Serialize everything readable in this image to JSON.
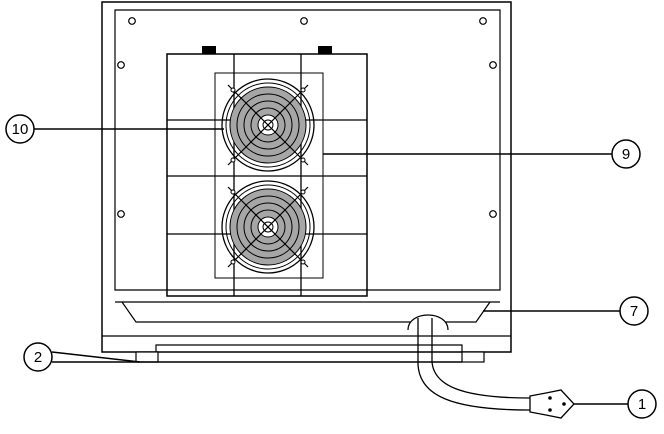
{
  "callouts": {
    "power_cord": "1",
    "feet": "2",
    "drip_tray": "7",
    "fan_panel": "9",
    "fans": "10"
  },
  "colors": {
    "line": "#000000",
    "fan_fill": "#a6a6a6",
    "background": "#ffffff"
  }
}
